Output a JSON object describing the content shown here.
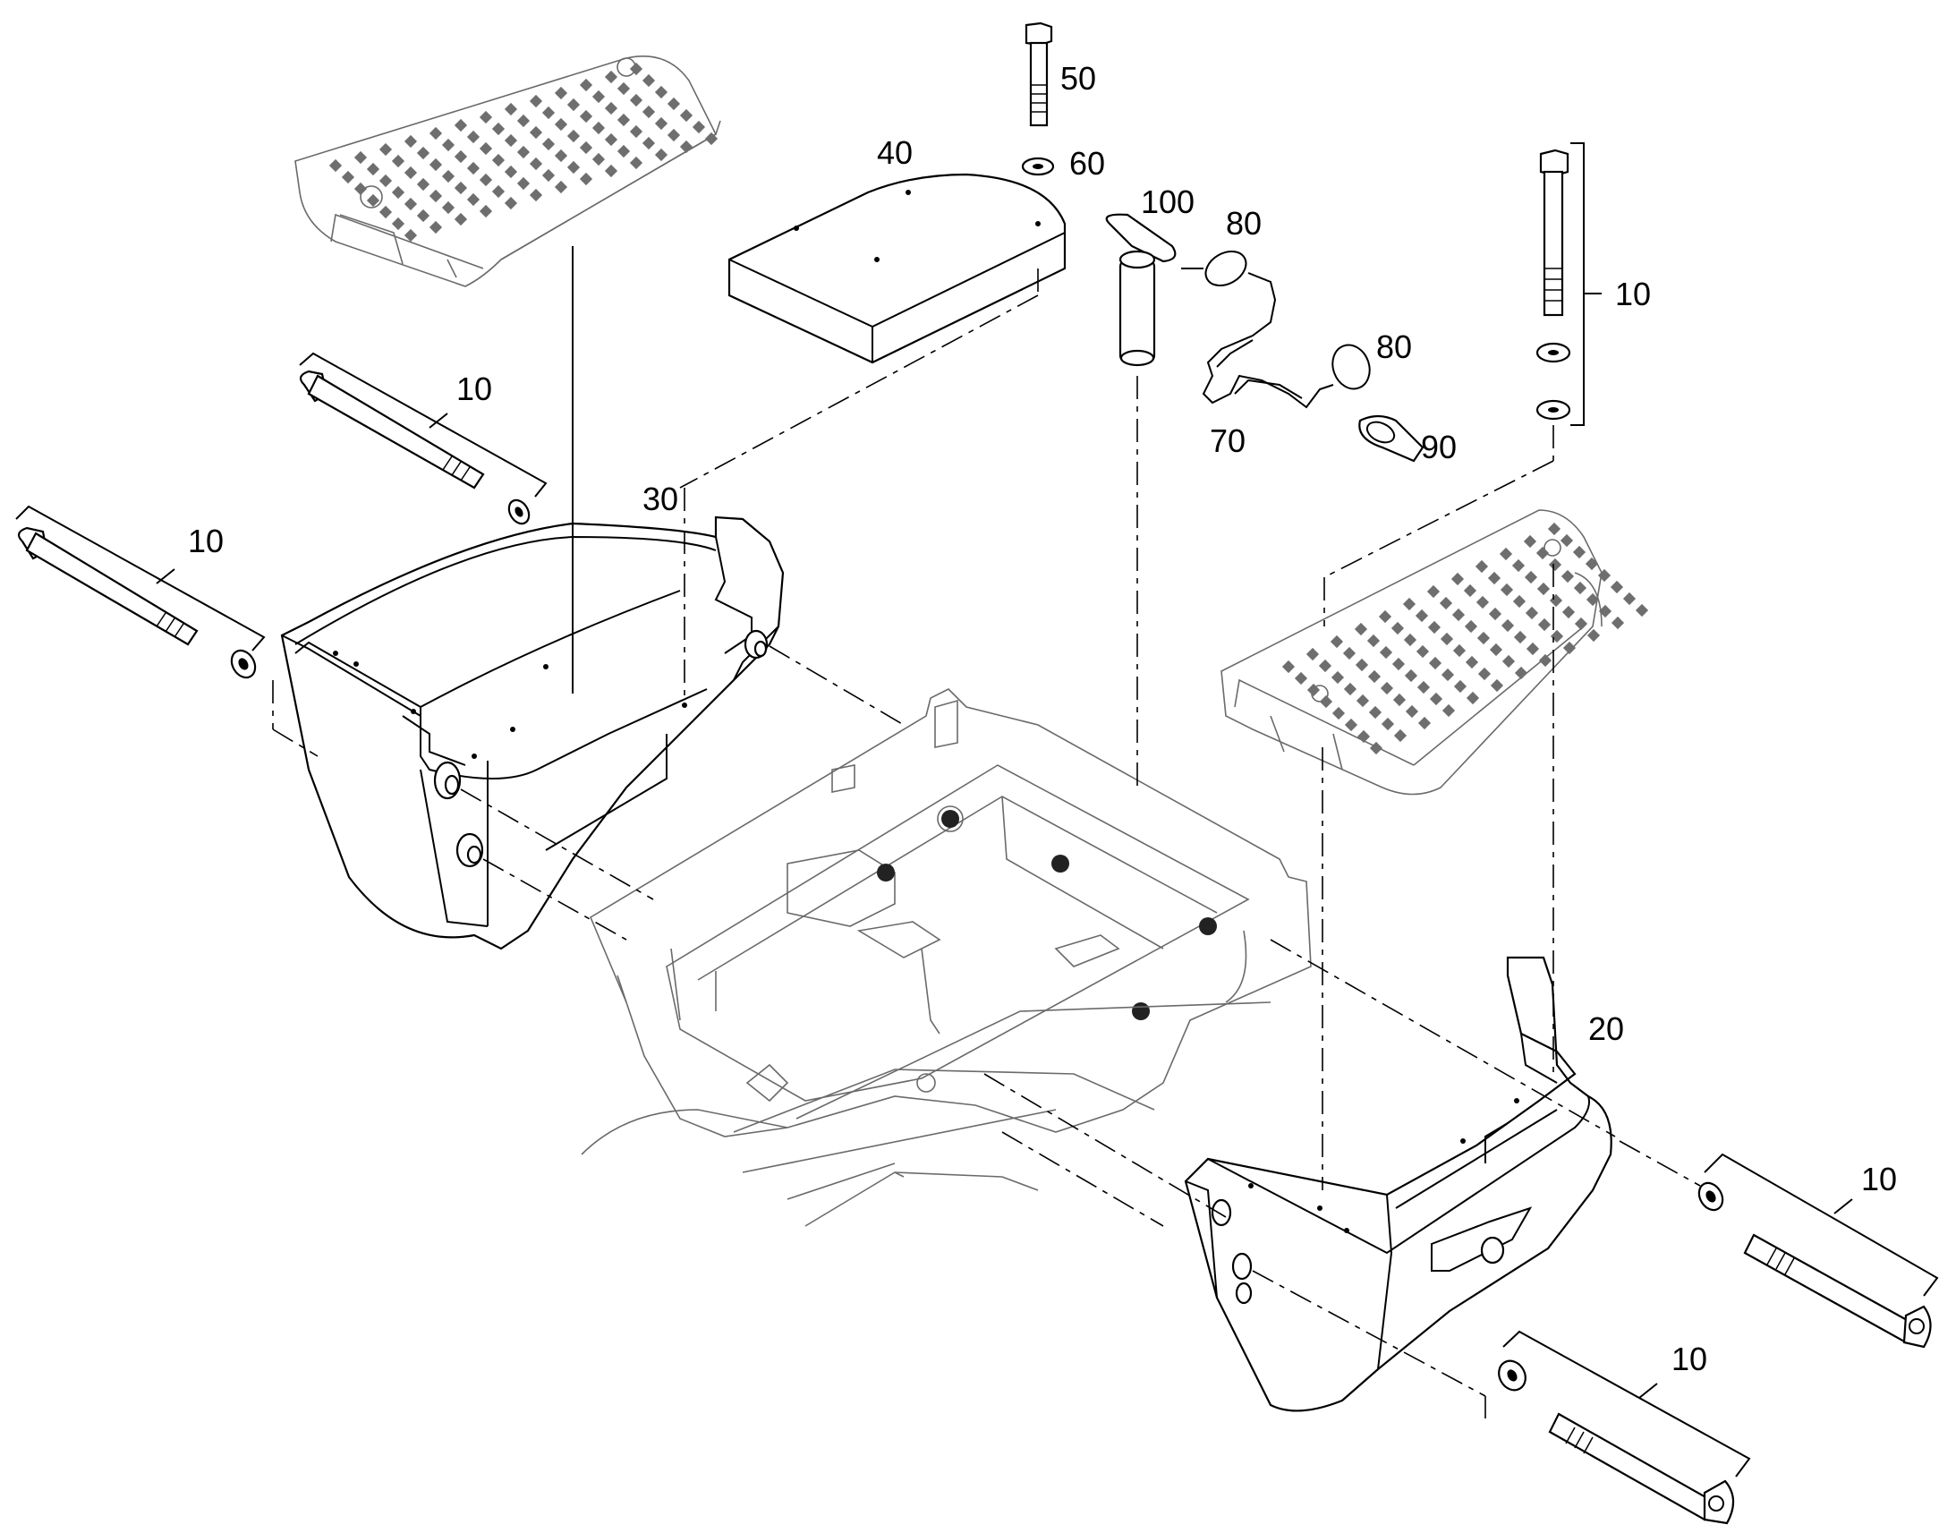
{
  "labels": {
    "p10_top_left": "10",
    "p10_mid_left": "10",
    "p10_top_right": "10",
    "p10_bottom_right_upper": "10",
    "p10_bottom_right_lower": "10",
    "p20": "20",
    "p30": "30",
    "p40": "40",
    "p50": "50",
    "p60": "60",
    "p70": "70",
    "p80_upper": "80",
    "p80_lower": "80",
    "p90": "90",
    "p100": "100"
  }
}
